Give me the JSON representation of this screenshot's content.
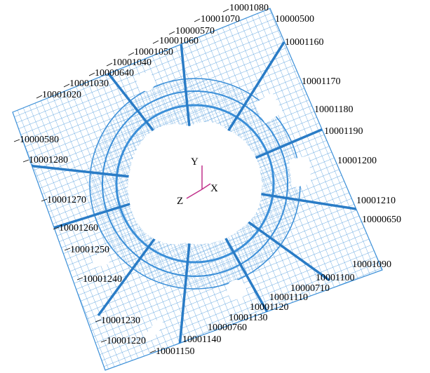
{
  "colors": {
    "mesh": "#3b8fd8",
    "mesh_light": "#9cc8ee",
    "axis": "#c0308a",
    "text": "#000000",
    "background": "#ffffff"
  },
  "axes": {
    "x": "X",
    "y": "Y",
    "z": "Z"
  },
  "node_labels": [
    "10001080",
    "10001070",
    "10000500",
    "10000570",
    "10001060",
    "10001160",
    "10001050",
    "10001040",
    "10000640",
    "10001030",
    "10001020",
    "10001170",
    "10001180",
    "10001190",
    "10000580",
    "10001280",
    "10001200",
    "10001270",
    "10001210",
    "10000650",
    "10001260",
    "10001250",
    "10001090",
    "10001240",
    "10001100",
    "10000710",
    "10001110",
    "10001120",
    "10001130",
    "10001230",
    "10000760",
    "10001140",
    "10001220",
    "10001150"
  ]
}
